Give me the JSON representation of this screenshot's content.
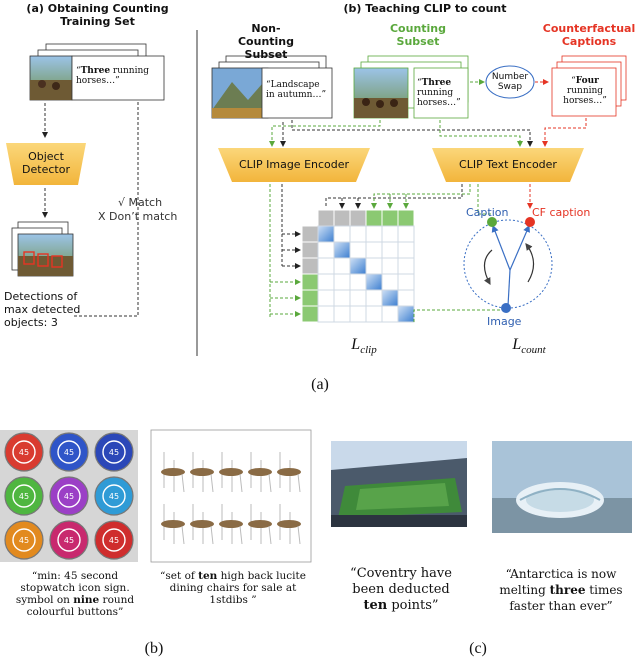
{
  "panel_a": {
    "title_line1": "(a) Obtaining Counting",
    "title_line2": "Training Set",
    "caption_pre": "“",
    "caption_bold": "Three",
    "caption_post": " running horses…”",
    "object_detector": "Object Detector",
    "match": "√ Match",
    "dont_match": "X Don’t match",
    "detections_line1": "Detections of",
    "detections_line2": "max detected",
    "detections_line3": "objects: 3"
  },
  "panel_b": {
    "title": "(b) Teaching CLIP to count",
    "non_counting_line1": "Non-Counting",
    "non_counting_line2": "Subset",
    "counting_line1": "Counting",
    "counting_line2": "Subset",
    "counterfactual_line1": "Counterfactual",
    "counterfactual_line2": "Captions",
    "landscape_caption": "“Landscape in autumn…”",
    "three_bold": "Three",
    "three_rest": "running horses…”",
    "four_bold": "Four",
    "four_rest": "running horses…”",
    "number_swap": "Number Swap",
    "clip_image_encoder": "CLIP Image Encoder",
    "clip_text_encoder": "CLIP Text Encoder",
    "caption_node": "Caption",
    "cf_caption_node": "CF caption",
    "image_node": "Image",
    "l_clip_base": "L",
    "l_clip_sub": "clip",
    "l_count_base": "L",
    "l_count_sub": "count"
  },
  "fig_labels": {
    "a": "(a)",
    "b": "(b)",
    "c": "(c)"
  },
  "examples": {
    "stopwatch": {
      "badge_text": "45",
      "l1": "“min: 45 second",
      "l2": "stopwatch icon sign.",
      "l3_pre": "symbol on ",
      "l3_bold": "nine",
      "l3_post": " round",
      "l4": "colourful buttons”"
    },
    "chairs": {
      "l1_pre": "“set of ",
      "l1_bold": "ten",
      "l1_post": " high back lucite",
      "l2": "dining chairs for sale at",
      "l3": "1stdibs ”"
    },
    "coventry": {
      "l1": "“Coventry have",
      "l2": "been deducted",
      "l3_bold": "ten",
      "l3_post": " points”"
    },
    "antarctica": {
      "l1": "“Antarctica is now",
      "l2_pre": "melting ",
      "l2_bold": "three",
      "l2_post": " times",
      "l3": "faster than ever”"
    }
  },
  "colors": {
    "green": "#5aa83c",
    "red": "#e53424",
    "blue": "#3a6fc4",
    "encoder": "#f7c255",
    "grid_gray": "#bdbdbd",
    "grid_green": "#8bc972"
  },
  "button_colors": [
    "#d93b30",
    "#2f55c8",
    "#2b47b8",
    "#4fb640",
    "#9b3fc6",
    "#2f9bd6",
    "#e28a1f",
    "#c8296e",
    "#cf2d2d"
  ]
}
